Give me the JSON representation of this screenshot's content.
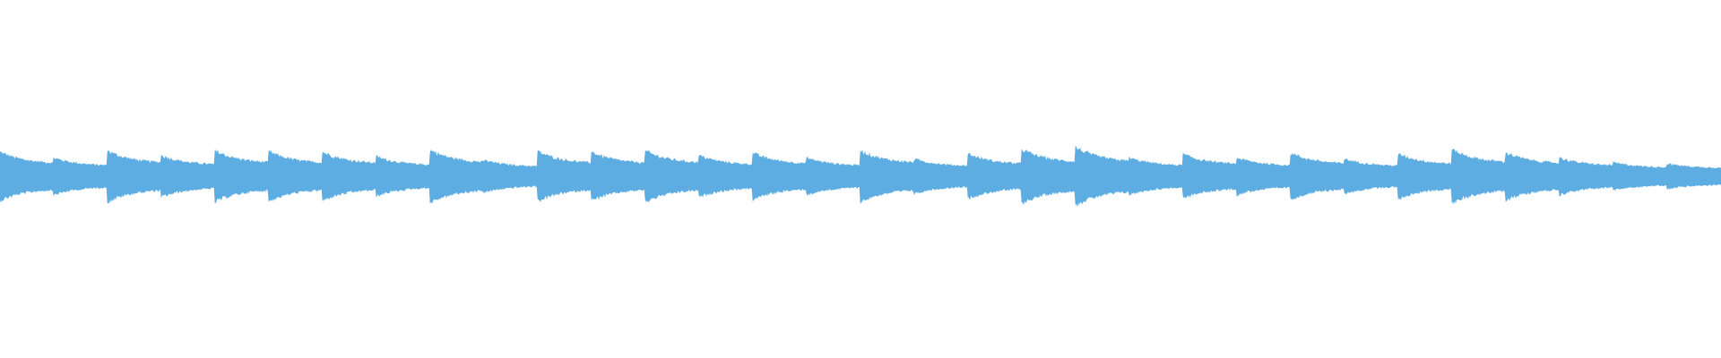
{
  "waveform": {
    "color": "#5dade2",
    "duration_seconds": 32,
    "notes": [
      {
        "t": 0.0,
        "amp": 0.8
      },
      {
        "t": 1.0,
        "amp": 0.55
      },
      {
        "t": 2.0,
        "amp": 0.85
      },
      {
        "t": 3.0,
        "amp": 0.65
      },
      {
        "t": 4.0,
        "amp": 0.85
      },
      {
        "t": 5.0,
        "amp": 0.82
      },
      {
        "t": 6.0,
        "amp": 0.8
      },
      {
        "t": 7.0,
        "amp": 0.6
      },
      {
        "t": 8.0,
        "amp": 0.88
      },
      {
        "t": 9.0,
        "amp": 0.45
      },
      {
        "t": 10.0,
        "amp": 0.82
      },
      {
        "t": 11.0,
        "amp": 0.8
      },
      {
        "t": 12.0,
        "amp": 0.85
      },
      {
        "t": 13.0,
        "amp": 0.65
      },
      {
        "t": 14.0,
        "amp": 0.75
      },
      {
        "t": 15.0,
        "amp": 0.55
      },
      {
        "t": 16.0,
        "amp": 0.85
      },
      {
        "t": 17.0,
        "amp": 0.5
      },
      {
        "t": 18.0,
        "amp": 0.72
      },
      {
        "t": 19.0,
        "amp": 0.92
      },
      {
        "t": 20.0,
        "amp": 1.0
      },
      {
        "t": 21.0,
        "amp": 0.55
      },
      {
        "t": 22.0,
        "amp": 0.7
      },
      {
        "t": 23.0,
        "amp": 0.55
      },
      {
        "t": 24.0,
        "amp": 0.75
      },
      {
        "t": 25.0,
        "amp": 0.5
      },
      {
        "t": 26.0,
        "amp": 0.72
      },
      {
        "t": 27.0,
        "amp": 0.9
      },
      {
        "t": 28.0,
        "amp": 0.78
      },
      {
        "t": 29.0,
        "amp": 0.55
      },
      {
        "t": 30.0,
        "amp": 0.35
      },
      {
        "t": 31.0,
        "amp": 0.3
      }
    ]
  }
}
